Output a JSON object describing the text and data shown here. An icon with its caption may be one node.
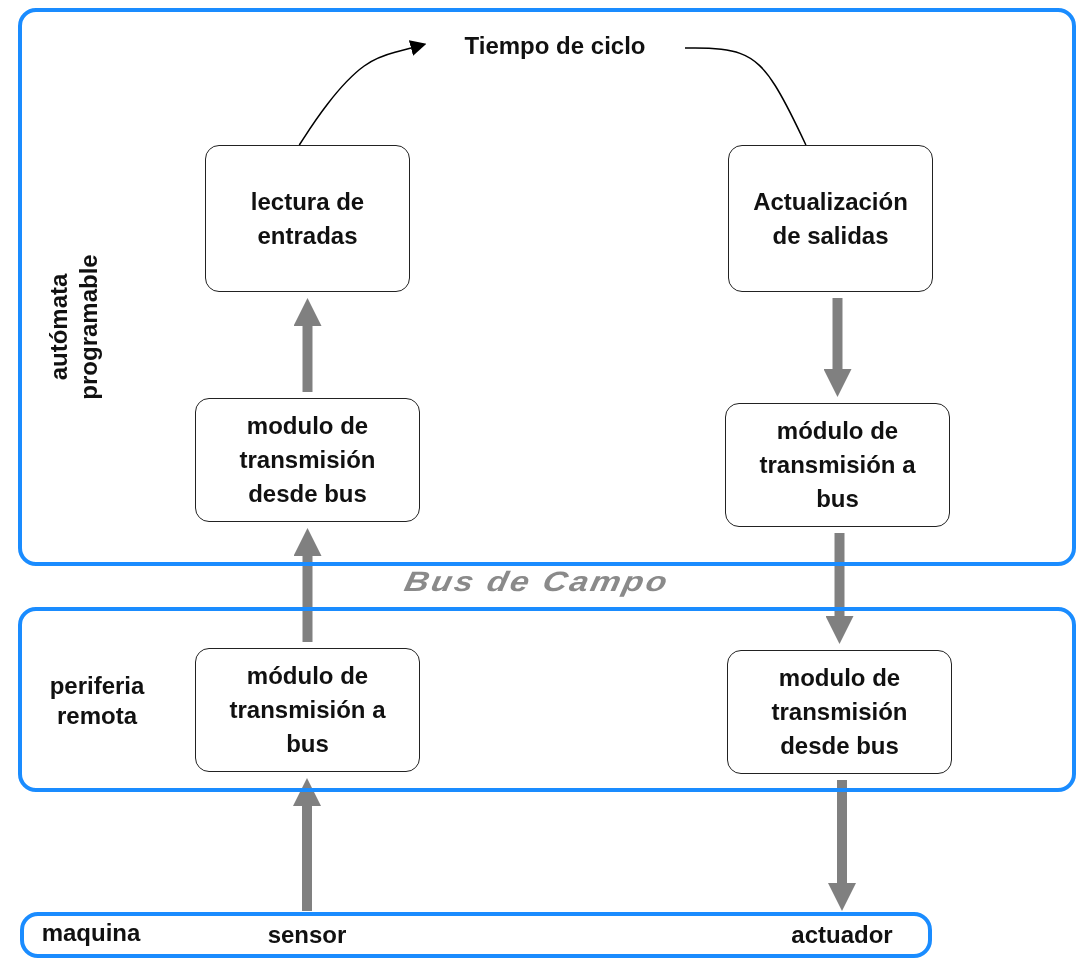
{
  "diagram": {
    "nodes": [
      {
        "text": [
          "autómata programable"
        ]
      },
      {
        "text": [
          "lectura de entradas"
        ],
        "in": 0
      },
      {
        "text": [
          "Actualización de salidas"
        ],
        "in": 0
      },
      {
        "text": [
          "modulo de transmisión desde bus"
        ],
        "in": 0
      },
      {
        "text": [
          "módulo de transmisión a bus"
        ],
        "in": 0
      },
      {
        "text": [
          "Tiempo de ciclo"
        ],
        "in": 0
      },
      {
        "text": [
          "periferia remota"
        ]
      },
      {
        "text": [
          "módulo de transmisión a bus"
        ],
        "in": 6
      },
      {
        "text": [
          "modulo de transmisión desde bus"
        ],
        "in": 6
      },
      {
        "text": [
          "maquina"
        ]
      },
      {
        "text": [
          "sensor"
        ],
        "in": 9
      },
      {
        "text": [
          "actuador"
        ],
        "in": 9
      }
    ],
    "edges": [
      {
        "from": 1,
        "to": 5,
        "arrow": "to",
        "color": "#000000"
      },
      {
        "from": 5,
        "to": 2,
        "arrow": "none",
        "color": "#000000"
      },
      {
        "from": 10,
        "to": 7,
        "arrow": "to"
      },
      {
        "from": 7,
        "to": 3,
        "arrow": "to"
      },
      {
        "from": 3,
        "to": 1,
        "arrow": "to"
      },
      {
        "from": 2,
        "to": 4,
        "arrow": "to"
      },
      {
        "from": 4,
        "to": 8,
        "arrow": "to"
      },
      {
        "from": 8,
        "to": 11,
        "arrow": "to"
      }
    ],
    "labels": [
      "Bus de Campo"
    ]
  }
}
